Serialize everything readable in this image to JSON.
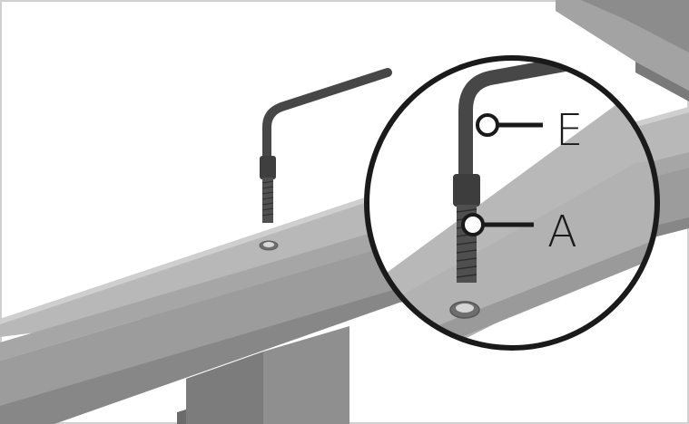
{
  "callouts": {
    "upper": {
      "label": "E"
    },
    "lower": {
      "label": "A"
    }
  },
  "colors": {
    "frame_border": "#c8c8c8",
    "beam_top": "#b9b9b9",
    "beam_face": "#9b9b9b",
    "beam_dark": "#7d7d7d",
    "leg": "#858585",
    "bolt": "#474747",
    "outline": "#1a1a1a",
    "background": "#ffffff"
  },
  "icons": {
    "hex_key_bolt": "allen-key-with-threaded-bolt",
    "magnifier": "detail-zoom-circle"
  }
}
